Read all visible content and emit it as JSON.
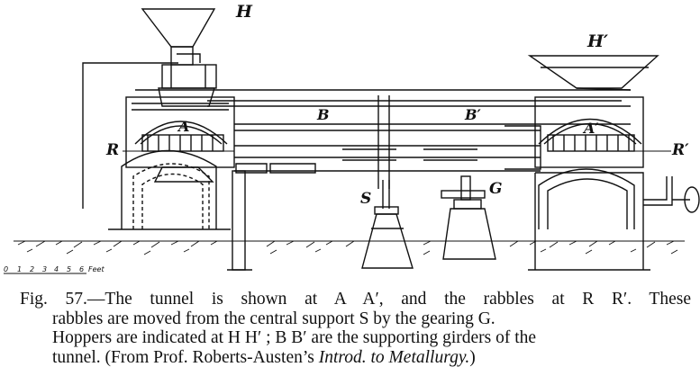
{
  "figure": {
    "labels": {
      "H": "H",
      "H_prime": "H′",
      "A": "A",
      "A_prime": "A′",
      "B": "B",
      "B_prime": "B′",
      "R": "R",
      "R_prime": "R′",
      "S": "S",
      "G": "G"
    },
    "scale": {
      "ticks": [
        "0",
        "1",
        "2",
        "3",
        "4",
        "5",
        "6"
      ],
      "unit": "Feet"
    }
  },
  "caption": {
    "line1": "Fig. 57.—The tunnel is shown at A A′, and the rabbles at R R′.  These",
    "line2": "rabbles are moved from the central support S by the gearing G.",
    "line3": "Hoppers are indicated at H H′ ; B B′ are the supporting girders of the",
    "line4_prefix": "tunnel.  (From Prof. Roberts-Austen’s ",
    "line4_italic": "Introd. to Metallurgy.",
    "line4_suffix": ")"
  }
}
